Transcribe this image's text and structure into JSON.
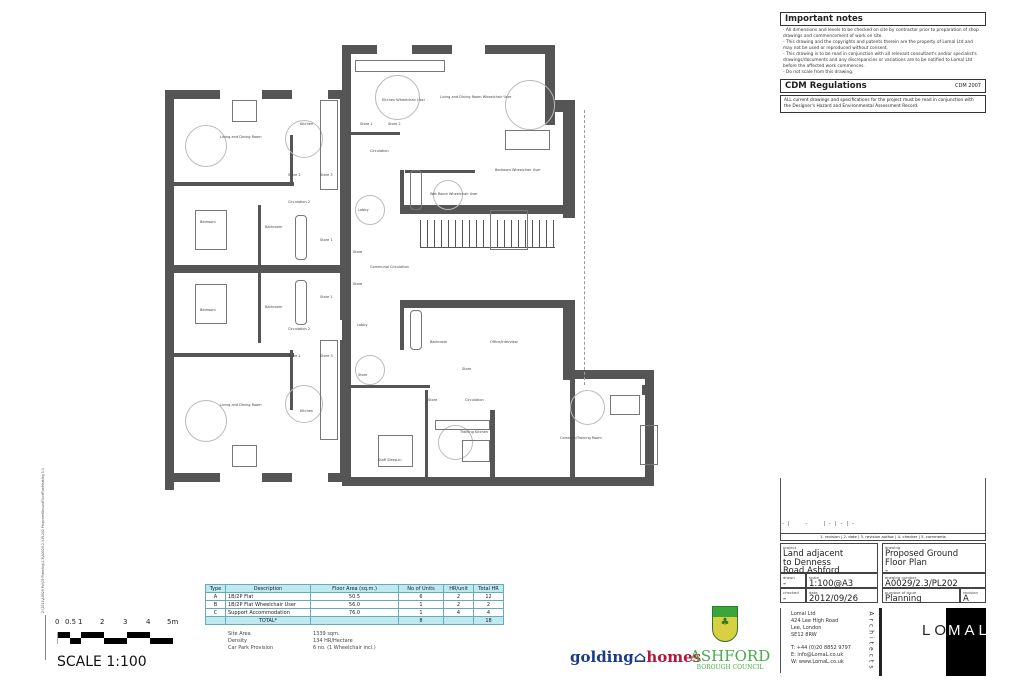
{
  "notes": {
    "important_title": "Important notes",
    "important_lines": [
      "- All dimensions and levels to be checked on site by contractor prior to preparation of shop drawings and commencement of work on site.",
      "- This drawing and the copyrights and patents therein are the property of Lomal Ltd and may not be used or reproduced without consent.",
      "- This drawing is to be read in conjunction with all relevant consultant's and/or specialist's drawings/documents and any discrepancies or variations are to be notified to Lomal Ltd before the affected work commences.",
      "- Do not scale from this drawing."
    ],
    "cdm_title": "CDM Regulations",
    "cdm_year": "CDM 2007",
    "cdm_text": "ALL current drawings and specifications for the project must be read in conjunction with the Designer's Hazard and Environmental Assessment Record."
  },
  "revision": {
    "row_values": [
      "-",
      "-",
      "-",
      "-",
      "-"
    ],
    "legend": "1. revision  |  2. date  |  3. revision author  |  4. checker  |  5. comments"
  },
  "title_block": {
    "project_caption": "project",
    "project": "Land adjacent to Denness Road Ashford",
    "drawing_caption": "drawing",
    "drawing": "Proposed Ground Floor Plan",
    "drawing_sub": "-",
    "drawn_caption": "drawn",
    "drawn": "-",
    "scale_caption": "scale",
    "scale": "1:100@A3",
    "drawing_number_caption": "drawing number",
    "drawing_number": "A0029/2.3/PL202",
    "checked_caption": "checked",
    "checked": "-",
    "date_caption": "date",
    "date": "2012/09/26",
    "purpose_caption": "purpose of issue",
    "purpose": "Planning",
    "revision_caption": "revision",
    "revision": "A"
  },
  "company": {
    "name": "Lomal Ltd",
    "address1": "424 Lee High Road",
    "address2": "Lee, London",
    "postcode": "SE12 8RW",
    "tel": "T:   +44 (0)20 8852 9797",
    "email": "E:   info@LomaL.co.uk",
    "web": "W:  www.LomaL.co.uk",
    "vertical": "Architects",
    "logo_left": "LO",
    "logo_right": "MAL"
  },
  "schedule": {
    "headers": [
      "Type",
      "Description",
      "Floor Area (sq.m.)",
      "No of Units",
      "HR/unit",
      "Total HR"
    ],
    "rows": [
      [
        "A",
        "1B/2P Flat",
        "50.5",
        "6",
        "2",
        "12"
      ],
      [
        "B",
        "1B/2P Flat Wheelchair User",
        "56.0",
        "1",
        "2",
        "2"
      ],
      [
        "C",
        "Support Accommodation",
        "76.0",
        "1",
        "4",
        "4"
      ]
    ],
    "total": {
      "label": "TOTAL*",
      "units": "8",
      "hr": "18"
    }
  },
  "site": {
    "rows": [
      {
        "k": "Site Area",
        "v": "1339 sqm."
      },
      {
        "k": "Density",
        "v": "134 HR/Hectare"
      },
      {
        "k": "Car Park Provision",
        "v": "6 no. (1 Wheelchair incl.)"
      }
    ]
  },
  "scale_bar": {
    "ticks": [
      "0",
      "0.5",
      "1",
      "2",
      "3",
      "4",
      "5m"
    ],
    "label": "SCALE 1:100"
  },
  "logos": {
    "golding_left": "golding",
    "golding_right": "homes",
    "ashford_main": "ASHFORD",
    "ashford_sub": "BOROUGH COUNCIL"
  },
  "side_path": "Z:\\2011\\A0029 Pcl\\03 Planning\\2.3\\A0029-2.3-PL202 ProposedGroundFloorPlanMarking 1:1",
  "rooms": [
    {
      "id": "liv1",
      "label": "Living and Dining Room"
    },
    {
      "id": "kit1",
      "label": "Kitchen"
    },
    {
      "id": "st2a",
      "label": "Store 2"
    },
    {
      "id": "st3a",
      "label": "Store 3"
    },
    {
      "id": "circ2a",
      "label": "Circulation 2"
    },
    {
      "id": "bed1",
      "label": "Bedroom"
    },
    {
      "id": "bath1",
      "label": "Bathroom"
    },
    {
      "id": "st1a",
      "label": "Store 1"
    },
    {
      "id": "bed2",
      "label": "Bedroom"
    },
    {
      "id": "bath2",
      "label": "Bathroom"
    },
    {
      "id": "st1b",
      "label": "Store 1"
    },
    {
      "id": "circ2b",
      "label": "Circulation 2"
    },
    {
      "id": "st2b",
      "label": "Store 2"
    },
    {
      "id": "st3b",
      "label": "Store 3"
    },
    {
      "id": "liv2",
      "label": "Living and Dining Room"
    },
    {
      "id": "kit2",
      "label": "Kitchen"
    },
    {
      "id": "kitw",
      "label": "Kitchen Wheelchair User"
    },
    {
      "id": "livw",
      "label": "Living and Dining Room Wheelchair User"
    },
    {
      "id": "st1w",
      "label": "Store 1"
    },
    {
      "id": "st2w",
      "label": "Store 2"
    },
    {
      "id": "circw",
      "label": "Circulation"
    },
    {
      "id": "lobby1",
      "label": "Lobby"
    },
    {
      "id": "wetw",
      "label": "Wet Room Wheelchair User"
    },
    {
      "id": "bedw",
      "label": "Bedroom Wheelchair User"
    },
    {
      "id": "stc1",
      "label": "Store"
    },
    {
      "id": "comm",
      "label": "Communal Circulation"
    },
    {
      "id": "stc2",
      "label": "Store"
    },
    {
      "id": "lobby2",
      "label": "Lobby"
    },
    {
      "id": "bathc",
      "label": "Bathroom"
    },
    {
      "id": "office",
      "label": "Office/Interview"
    },
    {
      "id": "stc3",
      "label": "Store"
    },
    {
      "id": "stc4",
      "label": "Store"
    },
    {
      "id": "stc5",
      "label": "Store"
    },
    {
      "id": "circc",
      "label": "Circulation"
    },
    {
      "id": "staff",
      "label": "Staff Sleep-In"
    },
    {
      "id": "train",
      "label": "Training Kitchen"
    },
    {
      "id": "common",
      "label": "Common/Training Room"
    }
  ]
}
